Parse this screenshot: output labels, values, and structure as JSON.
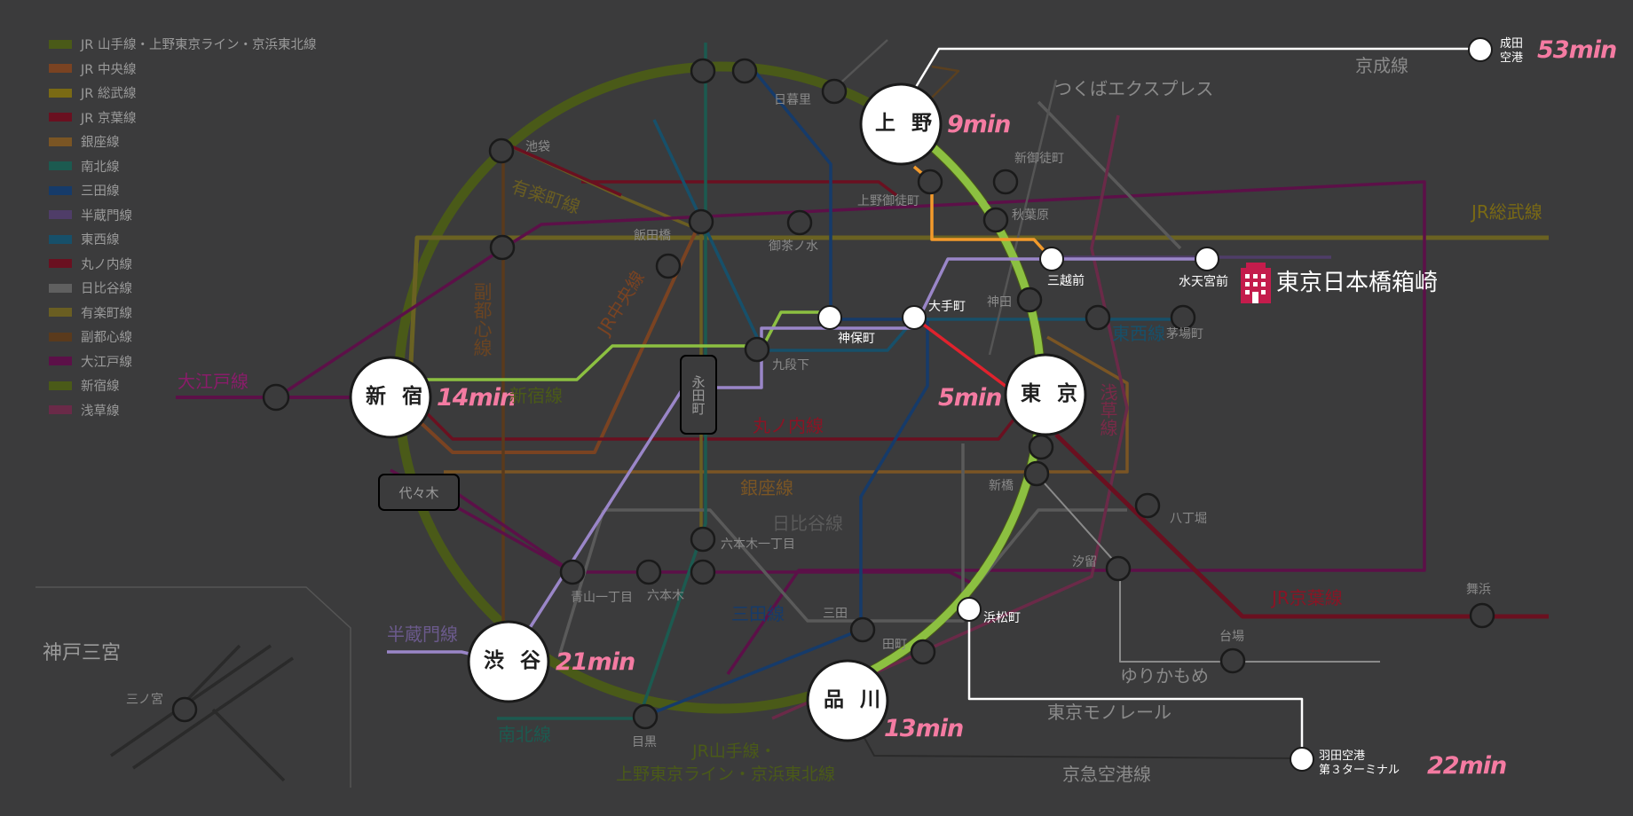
{
  "legend": [
    {
      "label": "JR 山手線・上野東京ライン・京浜東北線",
      "color": "#4a5a18"
    },
    {
      "label": "JR 中央線",
      "color": "#7a4322"
    },
    {
      "label": "JR 総武線",
      "color": "#7a6a14"
    },
    {
      "label": "JR 京葉線",
      "color": "#6a1020"
    },
    {
      "label": "銀座線",
      "color": "#7a5524"
    },
    {
      "label": "南北線",
      "color": "#1c5a50"
    },
    {
      "label": "三田線",
      "color": "#163b6a"
    },
    {
      "label": "半蔵門線",
      "color": "#4f3d68"
    },
    {
      "label": "東西線",
      "color": "#17506a"
    },
    {
      "label": "丸ノ内線",
      "color": "#6a1020"
    },
    {
      "label": "日比谷線",
      "color": "#606060"
    },
    {
      "label": "有楽町線",
      "color": "#6a5e22"
    },
    {
      "label": "副都心線",
      "color": "#5a3a1c"
    },
    {
      "label": "大江戸線",
      "color": "#5c1048"
    },
    {
      "label": "新宿線",
      "color": "#4a5a18"
    },
    {
      "label": "浅草線",
      "color": "#6a2a48"
    }
  ],
  "hub_stations": {
    "ueno": "上 野",
    "shinjuku": "新 宿",
    "tokyo": "東 京",
    "shibuya": "渋 谷",
    "shinagawa": "品 川"
  },
  "travel_times": {
    "ueno": "9min",
    "shinjuku": "14min",
    "tokyo": "5min",
    "shibuya": "21min",
    "shinagawa": "13min",
    "narita": "53min",
    "haneda": "22min"
  },
  "stations": {
    "narita": "成田\n空港",
    "nippori": "日暮里",
    "shin_okachimachi": "新御徒町",
    "ikebukuro": "池袋",
    "ueno_okachimachi": "上野御徒町",
    "akihabara": "秋葉原",
    "iidabashi": "飯田橋",
    "ochanomizu": "御茶ノ水",
    "mitsukoshimae": "三越前",
    "suitengumae": "水天宮前",
    "kanda": "神田",
    "otemachi": "大手町",
    "jimbocho": "神保町",
    "kayabacho": "茅場町",
    "kudanshita": "九段下",
    "shimbashi": "新橋",
    "hatchobori": "八丁堀",
    "roppongi_itchome": "六本木一丁目",
    "aoyama_itchome": "青山一丁目",
    "roppongi": "六本木",
    "shiodome": "汐留",
    "maihama": "舞浜",
    "mita": "三田",
    "hamamatsucho": "浜松町",
    "daiba": "台場",
    "tamachi": "田町",
    "meguro": "目黒",
    "haneda": "羽田空港\n第３ターミナル",
    "sannomiya": "三ノ宮",
    "yoyogi": "代々木",
    "nagatacho": "永田町"
  },
  "hotel": {
    "name": "東京日本橋箱崎",
    "icon": "hotel-building-icon"
  },
  "line_labels": {
    "keisei": "京成線",
    "tsukuba": "つくばエクスプレス",
    "jr_sobu": "JR総武線",
    "yurakucho": "有楽町線",
    "jr_chuo": "JR中央線",
    "fukutoshin": "副都心線",
    "oedo": "大江戸線",
    "shinjuku": "新宿線",
    "marunouchi": "丸ノ内線",
    "tozai": "東西線",
    "asakusa": "浅草線",
    "ginza": "銀座線",
    "hibiya": "日比谷線",
    "mita": "三田線",
    "hanzomon": "半蔵門線",
    "namboku": "南北線",
    "jr_keiyo": "JR京葉線",
    "yurikamome": "ゆりかもめ",
    "monorail": "東京モノレール",
    "keikyu": "京急空港線",
    "yamanote_1": "JR山手線・",
    "yamanote_2": "上野東京ライン・京浜東北線"
  },
  "inset": {
    "title": "神戸三宮"
  },
  "colors": {
    "background": "#3b3b3c",
    "route_yamanote": "#8cc041",
    "route_hanzomon": "#9a86c8",
    "route_ginza": "#f39a2b",
    "route_marunouchi": "#e0222d",
    "route_airport": "#ffffff",
    "time_text": "#f47ba2",
    "hotel": "#c41c4c"
  }
}
